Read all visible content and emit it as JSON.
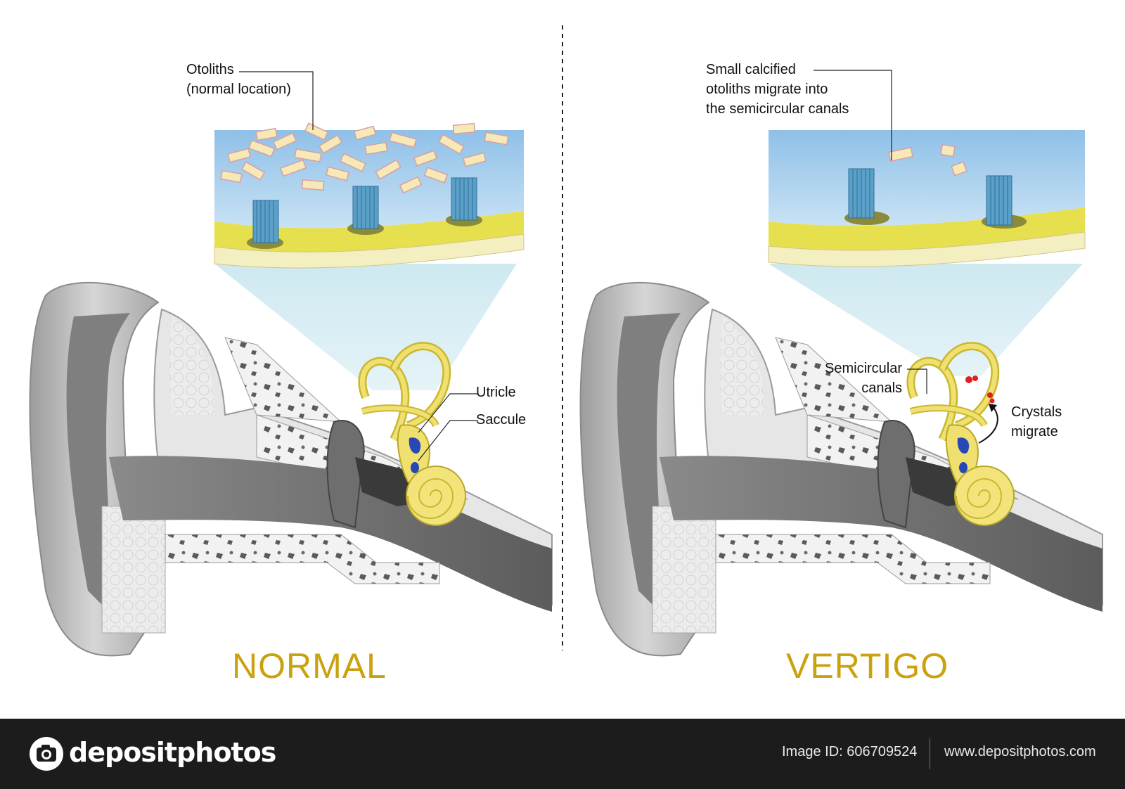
{
  "normal": {
    "title": "NORMAL",
    "otoliths_label": "Otoliths\n(normal location)",
    "utricle_label": "Utricle",
    "saccule_label": "Saccule"
  },
  "vertigo": {
    "title": "VERTIGO",
    "migrate_label": "Small calcified\notoliths migrate into\nthe semicircular canals",
    "canals_label": "Semicircular\ncanals",
    "crystals_label": "Crystals\nmigrate"
  },
  "footer": {
    "brand": "depositphotos",
    "image_id": "Image ID: 606709524",
    "site": "www.depositphotos.com"
  },
  "colors": {
    "title": "#c9a20e",
    "gel": "#a8cdea",
    "membrane": "#e6e04e",
    "hair_cells": "#5aa0c8",
    "otolith": "#f7e8b8",
    "skin": "#b4b4b4",
    "bone": "#ececec",
    "cochlea": "#f2e47a",
    "crystal": "#e02020"
  }
}
